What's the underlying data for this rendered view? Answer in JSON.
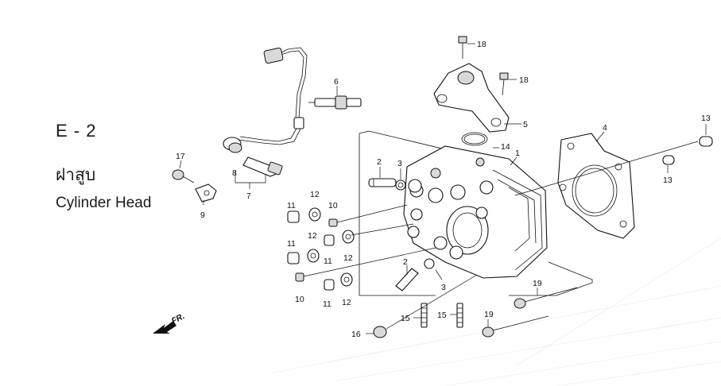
{
  "section": {
    "code": "E - 2",
    "name_th": "ฝาสูบ",
    "name_en": "Cylinder Head"
  },
  "front_indicator": "FR.",
  "callouts": {
    "c1": "1",
    "c2a": "2",
    "c2b": "2",
    "c3a": "3",
    "c3b": "3",
    "c4": "4",
    "c5": "5",
    "c6": "6",
    "c7": "7",
    "c8": "8",
    "c9": "9",
    "c10a": "10",
    "c10b": "10",
    "c11a": "11",
    "c11b": "11",
    "c11c": "11",
    "c11d": "11",
    "c12a": "12",
    "c12b": "12",
    "c12c": "12",
    "c12d": "12",
    "c13a": "13",
    "c13b": "13",
    "c14": "14",
    "c15a": "15",
    "c15b": "15",
    "c16": "16",
    "c17": "17",
    "c18a": "18",
    "c18b": "18",
    "c19a": "19",
    "c19b": "19"
  }
}
